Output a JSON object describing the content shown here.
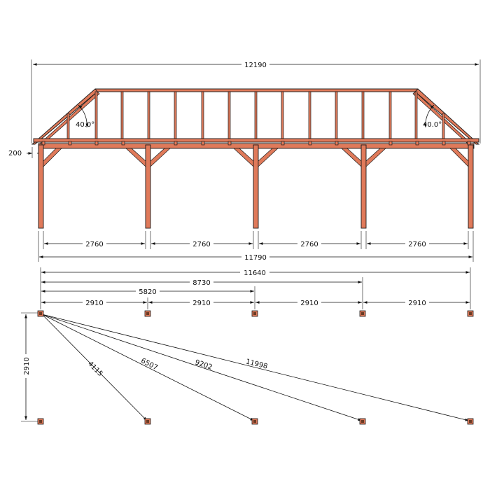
{
  "colors": {
    "wood": "#e07a5a",
    "line": "#1a1a1a"
  },
  "elevation": {
    "overall_width": "12190",
    "eave_offset": "200",
    "roof_angle_left": "40.0°",
    "roof_angle_right": "40.0°",
    "bay_widths": [
      "2760",
      "2760",
      "2760",
      "2760"
    ],
    "post_span": "11790"
  },
  "plan": {
    "cumulative": [
      "11640",
      "8730",
      "5820"
    ],
    "bay_spacing": [
      "2910",
      "2910",
      "2910",
      "2910"
    ],
    "depth": "2910",
    "diagonals": [
      "4115",
      "6507",
      "9202",
      "11998"
    ]
  }
}
